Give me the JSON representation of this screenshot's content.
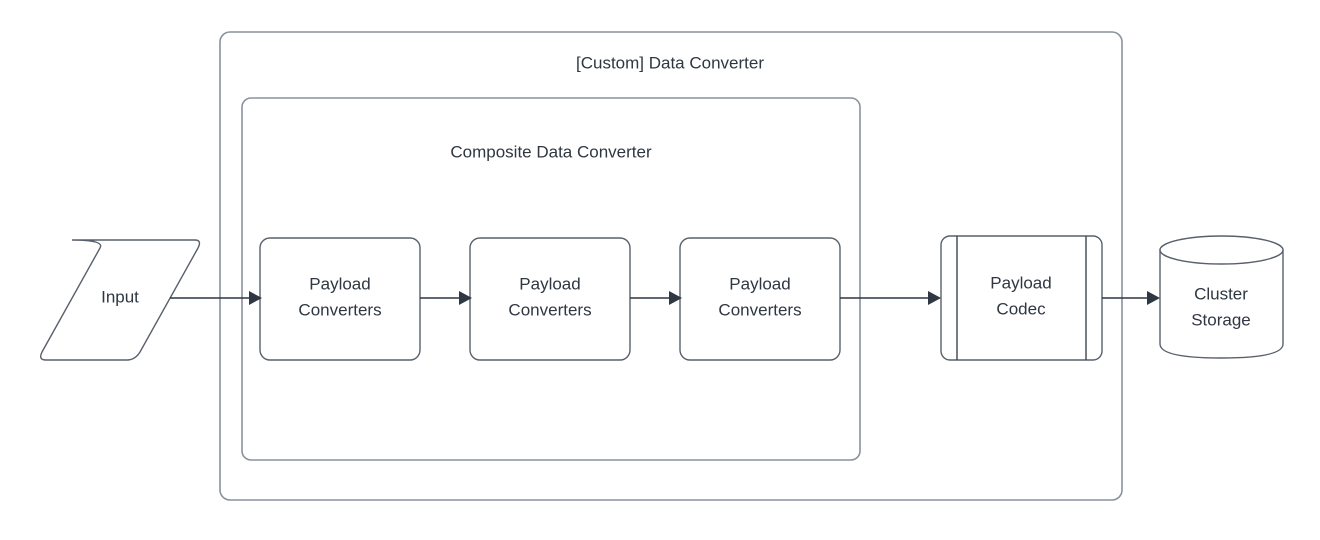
{
  "diagram": {
    "title": "[Custom] Data Converter",
    "containers": [
      {
        "id": "custom-data-converter",
        "label": "[Custom] Data Converter"
      },
      {
        "id": "composite-data-converter",
        "label": "Composite Data Converter"
      }
    ],
    "nodes": [
      {
        "id": "input",
        "label": "Input",
        "shape": "parallelogram"
      },
      {
        "id": "payload-converters-1",
        "label_line1": "Payload",
        "label_line2": "Converters",
        "shape": "rounded-rect"
      },
      {
        "id": "payload-converters-2",
        "label_line1": "Payload",
        "label_line2": "Converters",
        "shape": "rounded-rect"
      },
      {
        "id": "payload-converters-3",
        "label_line1": "Payload",
        "label_line2": "Converters",
        "shape": "rounded-rect"
      },
      {
        "id": "payload-codec",
        "label_line1": "Payload",
        "label_line2": "Codec",
        "shape": "process"
      },
      {
        "id": "cluster-storage",
        "label_line1": "Cluster",
        "label_line2": "Storage",
        "shape": "cylinder"
      }
    ],
    "edges": [
      {
        "from": "input",
        "to": "payload-converters-1"
      },
      {
        "from": "payload-converters-1",
        "to": "payload-converters-2"
      },
      {
        "from": "payload-converters-2",
        "to": "payload-converters-3"
      },
      {
        "from": "payload-converters-3",
        "to": "payload-codec"
      },
      {
        "from": "payload-codec",
        "to": "cluster-storage"
      }
    ],
    "colors": {
      "background": "#ffffff",
      "shape_fill": "#ffffff",
      "shape_stroke": "#8a919e",
      "text": "#2f3742",
      "edge": "#2f3742"
    }
  }
}
